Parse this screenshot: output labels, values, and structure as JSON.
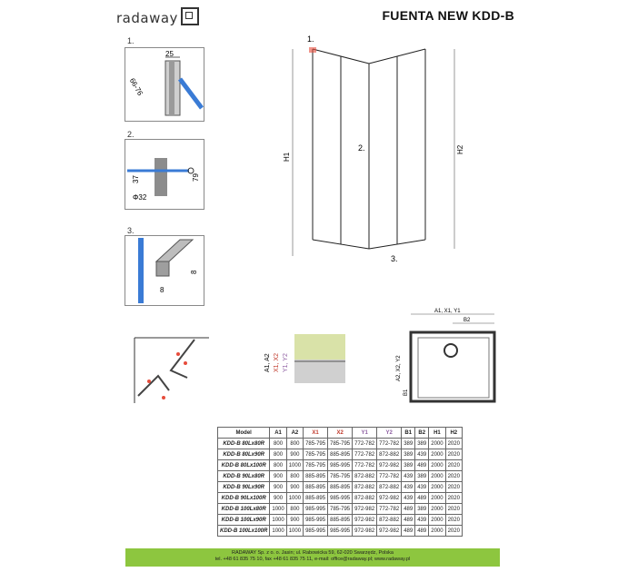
{
  "header": {
    "brand": "radaway",
    "title": "FUENTA NEW KDD-B"
  },
  "details": {
    "d1": {
      "label": "1.",
      "dim_top": "25",
      "dim_side": "66-76"
    },
    "d2": {
      "label": "2.",
      "dim_a": "37",
      "dim_b": "79",
      "dim_dia": "Φ32"
    },
    "d3": {
      "label": "3.",
      "dim_h": "8",
      "dim_w": "8"
    }
  },
  "front_view": {
    "callout_1": "1.",
    "callout_2": "2.",
    "callout_3": "3.",
    "h1": "H1",
    "h2": "H2"
  },
  "section_view": {
    "a1a2": "A1, A2",
    "x1x2": "X1, X2",
    "y1y2": "Y1, Y2"
  },
  "plan_view": {
    "a1x1y1": "A1, X1, Y1",
    "b2": "B2",
    "a2x2y2": "A2, X2, Y2",
    "b1": "B1"
  },
  "table": {
    "headers": [
      "Model",
      "A1",
      "A2",
      "X1",
      "X2",
      "Y1",
      "Y2",
      "B1",
      "B2",
      "H1",
      "H2"
    ],
    "rows": [
      [
        "KDD-B 80Lx80R",
        "800",
        "800",
        "785-795",
        "785-795",
        "772-782",
        "772-782",
        "389",
        "389",
        "2000",
        "2020"
      ],
      [
        "KDD-B 80Lx90R",
        "800",
        "900",
        "785-795",
        "885-895",
        "772-782",
        "872-882",
        "389",
        "439",
        "2000",
        "2020"
      ],
      [
        "KDD-B 80Lx100R",
        "800",
        "1000",
        "785-795",
        "985-995",
        "772-782",
        "972-982",
        "389",
        "489",
        "2000",
        "2020"
      ],
      [
        "KDD-B 90Lx80R",
        "900",
        "800",
        "885-895",
        "785-795",
        "872-882",
        "772-782",
        "439",
        "389",
        "2000",
        "2020"
      ],
      [
        "KDD-B 90Lx90R",
        "900",
        "900",
        "885-895",
        "885-895",
        "872-882",
        "872-882",
        "439",
        "439",
        "2000",
        "2020"
      ],
      [
        "KDD-B 90Lx100R",
        "900",
        "1000",
        "885-895",
        "985-995",
        "872-882",
        "972-982",
        "439",
        "489",
        "2000",
        "2020"
      ],
      [
        "KDD-B 100Lx80R",
        "1000",
        "800",
        "985-995",
        "785-795",
        "972-982",
        "772-782",
        "489",
        "389",
        "2000",
        "2020"
      ],
      [
        "KDD-B 100Lx90R",
        "1000",
        "900",
        "985-995",
        "885-895",
        "972-982",
        "872-882",
        "489",
        "439",
        "2000",
        "2020"
      ],
      [
        "KDD-B 100Lx100R",
        "1000",
        "1000",
        "985-995",
        "985-995",
        "972-982",
        "972-982",
        "489",
        "489",
        "2000",
        "2020"
      ]
    ]
  },
  "footer": {
    "line1": "RADAWAY Sp. z o. o. Jasin; ul. Rabowicka 59, 62-020 Swarzędz, Polska",
    "line2": "tel. +48 61 835 75 10, fax +48 61 835 75 11, e-mail: office@radaway.pl; www.radaway.pl",
    "bar_color": "#8dc63f"
  }
}
